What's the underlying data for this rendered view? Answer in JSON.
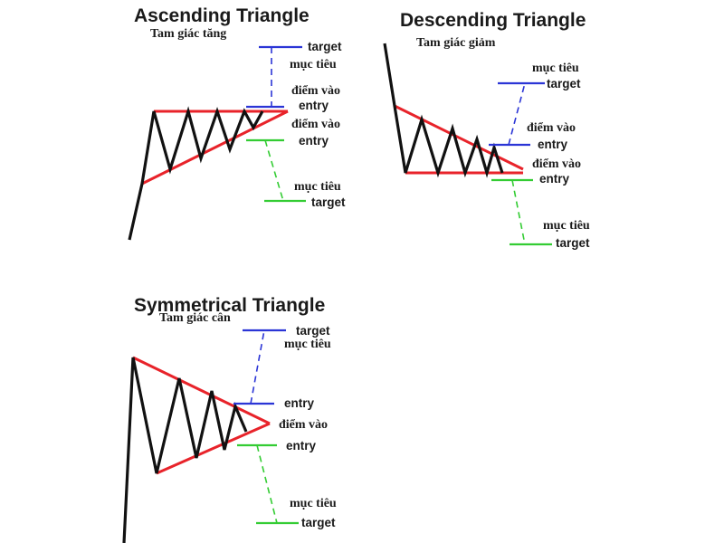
{
  "colors": {
    "price": "#111111",
    "trendline": "#e8232a",
    "upper_level": "#2b35d6",
    "lower_level": "#33cc33"
  },
  "panels": {
    "ascending": {
      "title": "Ascending Triangle",
      "subtitle": "Tam giác tăng",
      "up_target_en": "target",
      "up_target_vi": "mục tiêu",
      "up_entry_vi": "điểm vào",
      "up_entry_en": "entry",
      "down_entry_vi": "điểm vào",
      "down_entry_en": "entry",
      "down_target_vi": "mục tiêu",
      "down_target_en": "target"
    },
    "descending": {
      "title": "Descending Triangle",
      "subtitle": "Tam giác giảm",
      "up_target_vi": "mục tiêu",
      "up_target_en": "target",
      "up_entry_vi": "điểm vào",
      "up_entry_en": "entry",
      "down_entry_vi": "điểm vào",
      "down_entry_en": "entry",
      "down_target_vi": "mục tiêu",
      "down_target_en": "target"
    },
    "symmetrical": {
      "title": "Symmetrical Triangle",
      "subtitle": "Tam giác cân",
      "up_target_en": "target",
      "up_target_vi": "mục tiêu",
      "up_entry_en": "entry",
      "down_entry_vi": "điểm vào",
      "down_entry_en": "entry",
      "down_target_vi": "mục tiêu",
      "down_target_en": "target"
    }
  }
}
